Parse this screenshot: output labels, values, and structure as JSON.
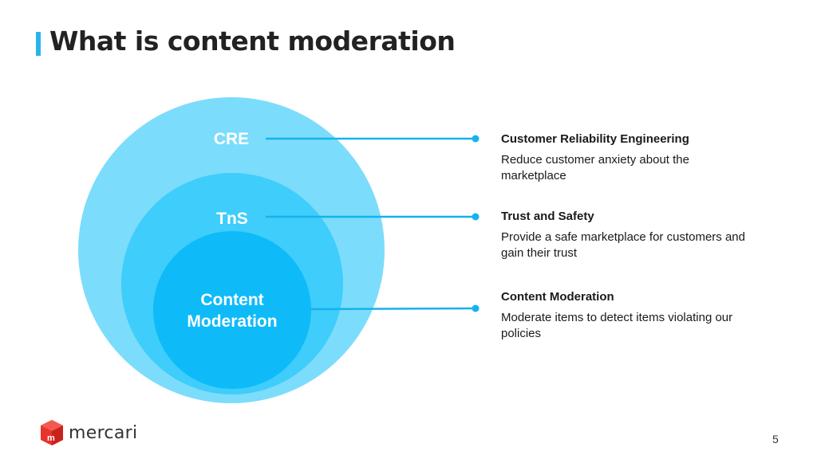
{
  "slide": {
    "title": "What is content moderation",
    "page_number": "5"
  },
  "circles": {
    "outer_label": "CRE",
    "middle_label": "TnS",
    "inner_label_line1": "Content",
    "inner_label_line2": "Moderation"
  },
  "descriptions": [
    {
      "title": "Customer Reliability Engineering",
      "body": "Reduce customer anxiety about the marketplace"
    },
    {
      "title": "Trust and Safety",
      "body": "Provide a safe marketplace for customers and gain their trust"
    },
    {
      "title": "Content Moderation",
      "body": "Moderate items to detect items violating our policies"
    }
  ],
  "logo": {
    "wordmark": "mercari",
    "badge_letter": "m"
  },
  "colors": {
    "outer_circle": "#7cdcfb",
    "middle_circle": "#3fcdfb",
    "inner_circle": "#0ebbf8",
    "connector": "#14b2ee",
    "accent": "#2ab4ec",
    "logo_red": "#e8322c"
  }
}
